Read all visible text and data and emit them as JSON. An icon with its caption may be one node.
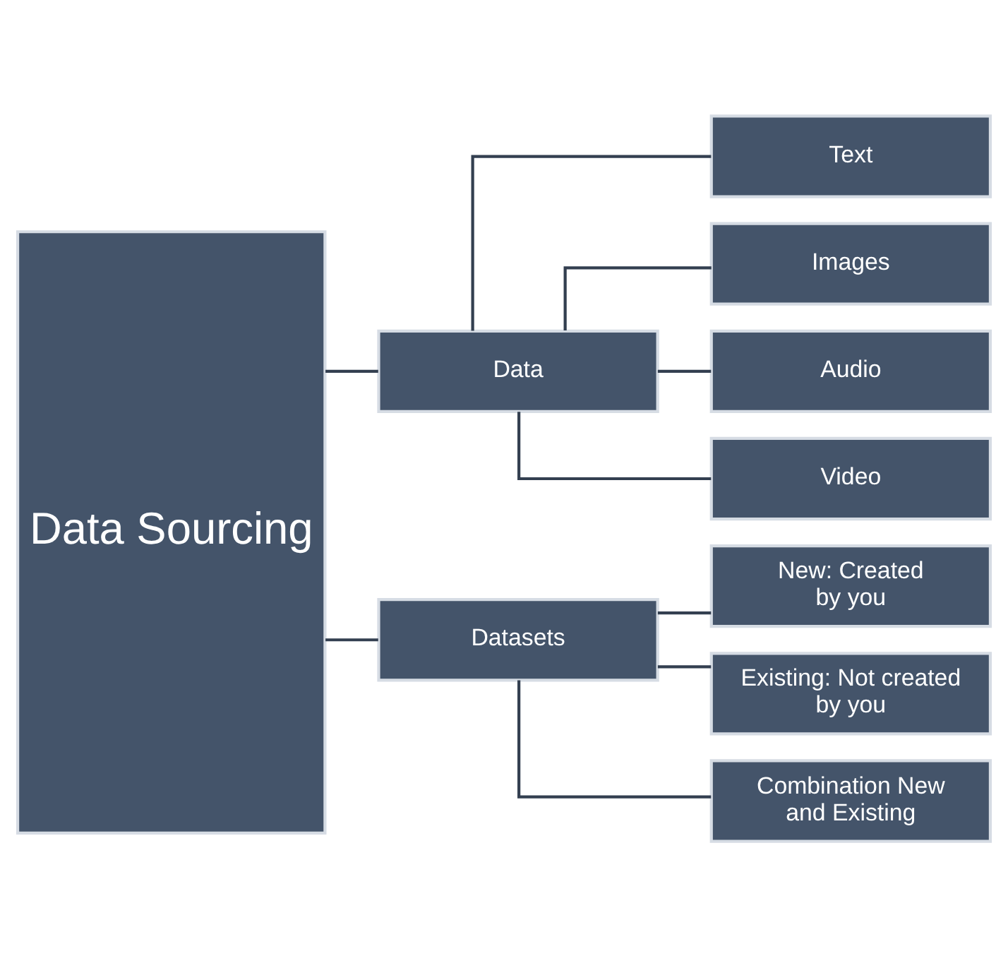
{
  "diagram": {
    "nodes": [
      {
        "text": [
          "Data Sourcing"
        ]
      },
      {
        "text": [
          "Data"
        ]
      },
      {
        "text": [
          "Text"
        ]
      },
      {
        "text": [
          "Images"
        ]
      },
      {
        "text": [
          "Audio"
        ]
      },
      {
        "text": [
          "Video"
        ]
      },
      {
        "text": [
          "Datasets"
        ]
      },
      {
        "text": [
          "New: Created by you"
        ]
      },
      {
        "text": [
          "Existing: Not created by you"
        ]
      },
      {
        "text": [
          "Combination New and Existing"
        ]
      }
    ],
    "edges": [
      {
        "from": 0,
        "to": 1,
        "arrow": "none"
      },
      {
        "from": 0,
        "to": 6,
        "arrow": "none"
      },
      {
        "from": 1,
        "to": 2,
        "arrow": "none"
      },
      {
        "from": 1,
        "to": 3,
        "arrow": "none"
      },
      {
        "from": 1,
        "to": 4,
        "arrow": "none"
      },
      {
        "from": 1,
        "to": 5,
        "arrow": "none"
      },
      {
        "from": 6,
        "to": 7,
        "arrow": "none"
      },
      {
        "from": 6,
        "to": 8,
        "arrow": "none"
      },
      {
        "from": 6,
        "to": 9,
        "arrow": "none"
      }
    ]
  }
}
